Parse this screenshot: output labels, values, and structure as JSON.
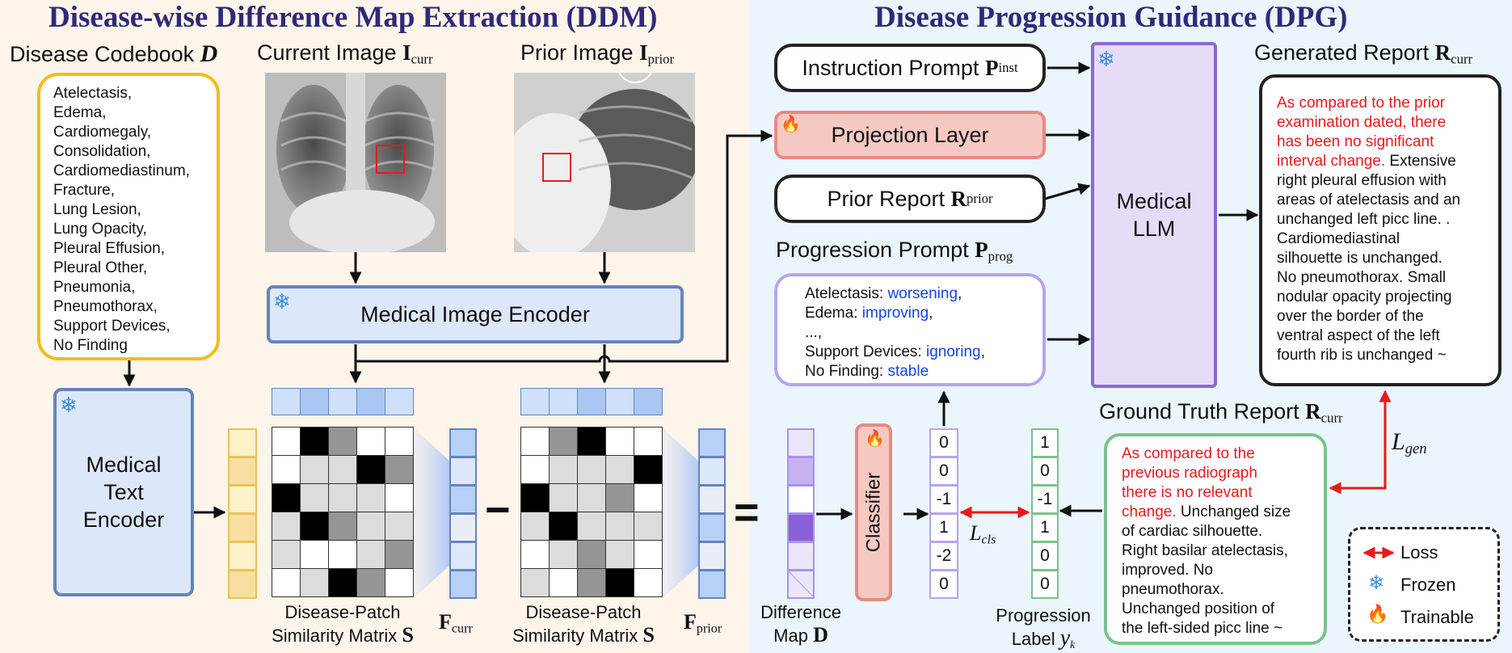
{
  "titles": {
    "left": "Disease-wise Difference Map Extraction (DDM)",
    "right": "Disease Progression Guidance (DPG)"
  },
  "codebook": {
    "label": "Disease Codebook",
    "symbol": "D",
    "items": [
      "Atelectasis,",
      "Edema,",
      "Cardiomegaly,",
      "Consolidation,",
      "Cardiomediastinum,",
      "Fracture,",
      "Lung Lesion,",
      "Lung Opacity,",
      "Pleural Effusion,",
      "Pleural Other,",
      "Pneumonia,",
      "Pneumothorax,",
      "Support Devices,",
      "No Finding"
    ]
  },
  "images": {
    "current_label": "Current Image",
    "current_symbol": "I",
    "current_sub": "curr",
    "prior_label": "Prior Image",
    "prior_symbol": "I",
    "prior_sub": "prior"
  },
  "encoders": {
    "image": "Medical Image Encoder",
    "text_line1": "Medical",
    "text_line2": "Text",
    "text_line3": "Encoder"
  },
  "matrix": {
    "label_line1": "Disease-Patch",
    "label_line2": "Similarity Matrix",
    "symbol": "S",
    "f_symbol": "F",
    "f_curr_sub": "curr",
    "f_prior_sub": "prior",
    "minus": "−",
    "equals": "=",
    "left_cells": [
      [
        0,
        3,
        2,
        0,
        0
      ],
      [
        0,
        1,
        1,
        3,
        2
      ],
      [
        3,
        1,
        1,
        1,
        0
      ],
      [
        1,
        3,
        2,
        1,
        1
      ],
      [
        1,
        0,
        0,
        1,
        2
      ],
      [
        0,
        1,
        3,
        2,
        0
      ]
    ],
    "right_cells": [
      [
        0,
        2,
        3,
        0,
        0
      ],
      [
        0,
        1,
        1,
        1,
        3
      ],
      [
        3,
        1,
        1,
        2,
        0
      ],
      [
        1,
        3,
        1,
        1,
        1
      ],
      [
        0,
        1,
        2,
        1,
        0
      ],
      [
        1,
        0,
        2,
        3,
        0
      ]
    ]
  },
  "difference_map": {
    "label_line1": "Difference",
    "label_line2": "Map",
    "symbol": "D"
  },
  "classifier": "Classifier",
  "predicted_values": [
    "0",
    "0",
    "-1",
    "1",
    "-2",
    "0"
  ],
  "progression_label": {
    "label_line1": "Progression",
    "label_line2": "Label",
    "symbol": "y",
    "sub": "k",
    "values": [
      "1",
      "0",
      "-1",
      "1",
      "0",
      "0"
    ]
  },
  "loss_cls": {
    "symbol": "L",
    "sub": "cls"
  },
  "loss_gen": {
    "symbol": "L",
    "sub": "gen"
  },
  "prompts": {
    "instruction_label": "Instruction Prompt",
    "instruction_symbol": "P",
    "instruction_sub": "inst",
    "projection": "Projection Layer",
    "prior_report_label": "Prior Report",
    "prior_report_symbol": "R",
    "prior_report_sub": "prior",
    "progression_label": "Progression Prompt",
    "progression_symbol": "P",
    "progression_sub": "prog",
    "progression_items": [
      {
        "name": "Atelectasis: ",
        "status": "worsening",
        "end": ","
      },
      {
        "name": "Edema: ",
        "status": "improving",
        "end": ","
      },
      {
        "name": "...,",
        "status": "",
        "end": ""
      },
      {
        "name": "Support Devices: ",
        "status": "ignoring",
        "end": ","
      },
      {
        "name": "No Finding: ",
        "status": "stable",
        "end": ""
      }
    ]
  },
  "llm": {
    "line1": "Medical",
    "line2": "LLM"
  },
  "generated_report": {
    "label": "Generated Report",
    "symbol": "R",
    "sub": "curr",
    "red_lines": [
      "As compared to the prior",
      "examination dated, there",
      "has been no significant",
      "interval change."
    ],
    "first_black": " Extensive",
    "black_lines": [
      "right pleural effusion with",
      "areas of atelectasis and an",
      "unchanged left picc line. .",
      "Cardiomediastinal",
      "silhouette is unchanged.",
      "No pneumothorax. Small",
      "nodular opacity projecting",
      "over the border of the",
      "ventral aspect of the left",
      "fourth rib is unchanged ~"
    ]
  },
  "ground_truth_report": {
    "label": "Ground Truth Report",
    "symbol": "R",
    "sub": "curr",
    "red_lines": [
      "As compared to the",
      "previous radiograph",
      "there is no relevant",
      "change."
    ],
    "first_black": " Unchanged size",
    "black_lines": [
      "of cardiac silhouette.",
      "Right basilar atelectasis,",
      "improved. No",
      "pneumothorax.",
      "Unchanged position of",
      "the left-sided picc line ~"
    ]
  },
  "legend": {
    "loss": "Loss",
    "frozen": "Frozen",
    "trainable": "Trainable"
  },
  "colors": {
    "title": "#2e2a78",
    "codebook_border": "#f2bc1a",
    "encoder_fill": "#dce8fa",
    "encoder_border": "#6584b8",
    "projection_fill": "#f6c8c2",
    "projection_border": "#e58a80",
    "llm_fill": "#e6dcf8",
    "llm_border": "#8a6ad0",
    "progression_border": "#b7a3ef",
    "gt_border": "#7bc28b",
    "loss_red": "#e8191c",
    "status_blue": "#1543e0"
  }
}
